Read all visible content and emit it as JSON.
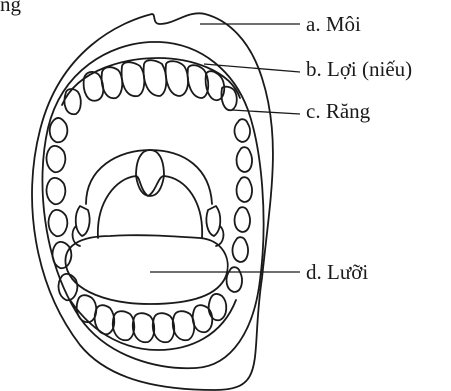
{
  "header_fragment": "ng",
  "labels": {
    "a": "a. Môi",
    "b": "b. Lợi (niếu)",
    "c": "c. Răng",
    "d": "d. Lưỡi"
  },
  "colors": {
    "ink": "#1a1a1a",
    "background": "#ffffff"
  }
}
